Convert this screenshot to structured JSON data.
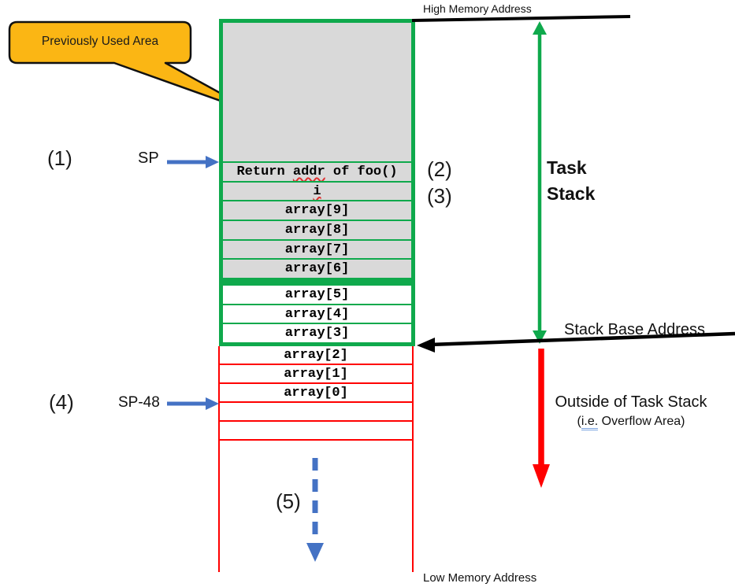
{
  "callout": {
    "label": "Previously Used Area"
  },
  "markers": {
    "m1": "(1)",
    "m2": "(2)",
    "m3": "(3)",
    "m4": "(4)",
    "m5": "(5)",
    "sp": "SP",
    "sp48": "SP-48"
  },
  "stack": {
    "used_rows": [
      {
        "pre": "Return ",
        "squiggle": "addr",
        "post": " of foo()"
      },
      {
        "pre": "",
        "squiggle": "i",
        "post": ""
      },
      "array[9]",
      "array[8]",
      "array[7]",
      "array[6]"
    ],
    "inbound_rows": [
      "array[5]",
      "array[4]",
      "array[3]"
    ],
    "overflow_rows": [
      "array[2]",
      "array[1]",
      "array[0]",
      "",
      ""
    ]
  },
  "annotations": {
    "high_memory": "High Memory Address",
    "low_memory": "Low Memory Address",
    "task_stack_line1": "Task",
    "task_stack_line2": "Stack",
    "stack_base": "Stack Base Address",
    "outside_line1": "Outside of Task Stack",
    "outside_prefix": "(",
    "outside_ie": "i.e.",
    "outside_suffix": " Overflow Area)"
  },
  "colors": {
    "stack_border_green": "#0fa94c",
    "overflow_red": "#ff0000",
    "arrow_blue": "#4472c4",
    "callout_fill": "#fbb614",
    "used_area_gray": "#d9d9d9",
    "line_black": "#000000",
    "grammar_underline_blue": "#7ea6e0"
  }
}
